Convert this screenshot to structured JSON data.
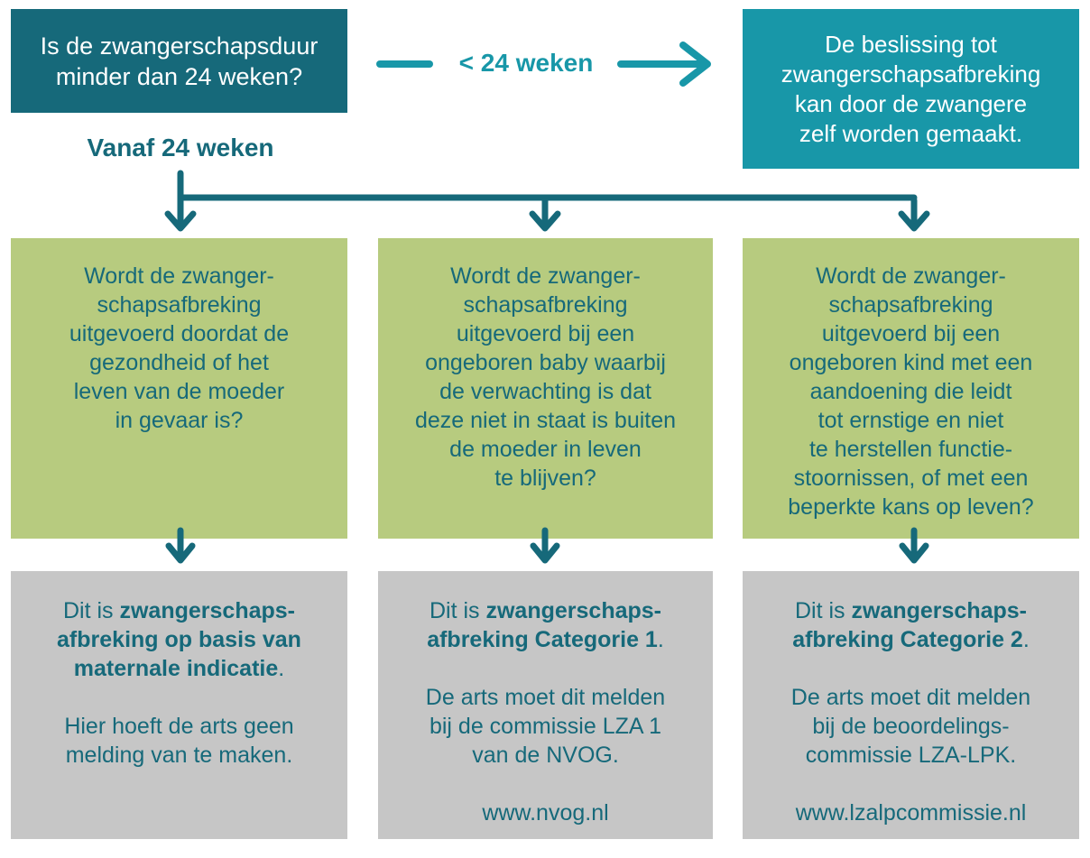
{
  "colors": {
    "dark_teal": "#16697A",
    "bright_teal": "#1897A8",
    "green": "#B7CB7F",
    "gray": "#C6C6C6",
    "text_on_dark": "#FFFFFF"
  },
  "top": {
    "question": "Is de zwangerschapsduur\nminder dan 24 weken?",
    "edge_under24_label": "< 24 weken",
    "answer_under24": "De beslissing tot\nzwangerschapsafbreking\nkan door de zwangere\nzelf worden gemaakt.",
    "edge_over24_label": "Vanaf 24 weken"
  },
  "questions": [
    {
      "text": "Wordt de zwanger-\nschapsafbreking\nuitgevoerd doordat de\ngezondheid of het\nleven van de moeder\nin gevaar is?"
    },
    {
      "text": "Wordt de zwanger-\nschapsafbreking\nuitgevoerd bij een\nongeboren baby waarbij\nde verwachting is dat\ndeze niet in staat is buiten\nde moeder in leven\nte blijven?"
    },
    {
      "text": "Wordt de zwanger-\nschapsafbreking\nuitgevoerd bij een\nongeboren kind met een\naandoening die leidt\ntot ernstige en niet\nte herstellen functie-\nstoornissen, of met een\nbeperkte kans op leven?"
    }
  ],
  "outcomes": [
    {
      "segments": [
        {
          "t": "Dit is ",
          "b": false
        },
        {
          "t": "zwangerschaps-\nafbreking op basis van\nmaternale indicatie",
          "b": true
        },
        {
          "t": ".\n\nHier hoeft de arts geen\nmelding van te maken.",
          "b": false
        }
      ]
    },
    {
      "segments": [
        {
          "t": "Dit is ",
          "b": false
        },
        {
          "t": "zwangerschaps-\nafbreking Categorie 1",
          "b": true
        },
        {
          "t": ".\n\nDe arts moet dit melden\nbij de commissie LZA 1\nvan de NVOG.\n\nwww.nvog.nl",
          "b": false
        }
      ]
    },
    {
      "segments": [
        {
          "t": "Dit is ",
          "b": false
        },
        {
          "t": "zwangerschaps-\nafbreking Categorie 2",
          "b": true
        },
        {
          "t": ".\n\nDe arts moet dit melden\nbij de beoordelings-\ncommissie LZA-LPK.\n\nwww.lzalpcommissie.nl",
          "b": false
        }
      ]
    }
  ]
}
